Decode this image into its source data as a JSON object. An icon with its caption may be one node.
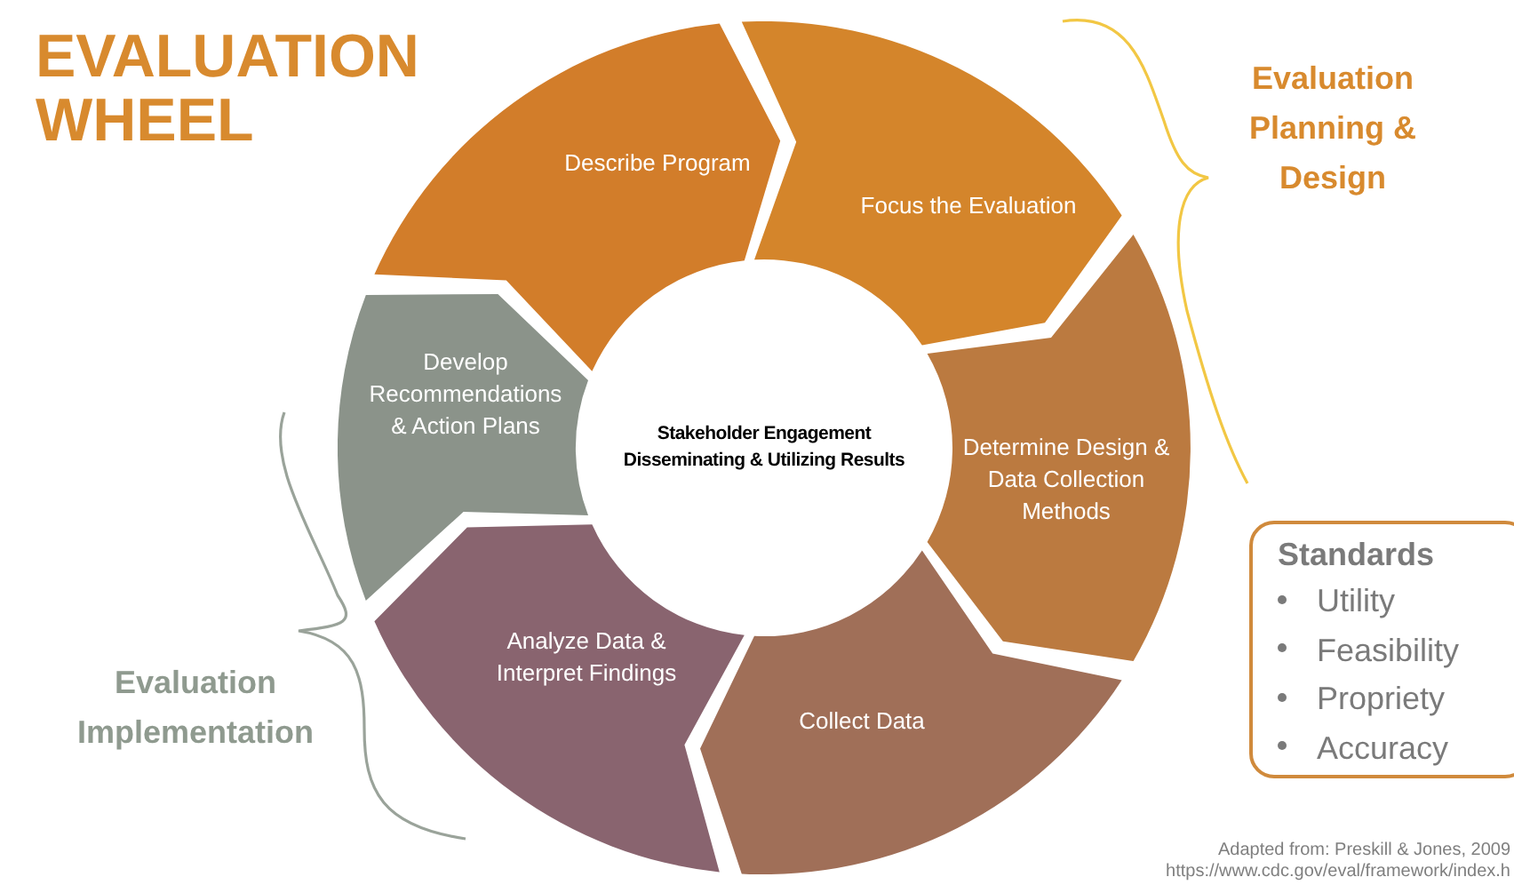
{
  "diagram": {
    "title": "EVALUATION WHEEL",
    "nodes": [
      {
        "text": [
          "Describe Program"
        ]
      },
      {
        "text": [
          "Focus the Evaluation"
        ]
      },
      {
        "text": [
          "Determine Design & Data Collection Methods"
        ]
      },
      {
        "text": [
          "Collect Data"
        ]
      },
      {
        "text": [
          "Analyze Data & Interpret Findings"
        ]
      },
      {
        "text": [
          "Develop Recommendations & Action Plans"
        ]
      },
      {
        "text": [
          "Stakeholder Engagement",
          "Disseminating & Utilizing Results"
        ]
      },
      {
        "text": [
          "Standards",
          "Utility",
          "Feasibility",
          "Propriety",
          "Accuracy"
        ]
      }
    ],
    "labels": [
      "Evaluation Planning & Design",
      "Evaluation Implementation",
      "Adapted from: Preskill & Jones, 2009",
      "https://www.cdc.gov/eval/framework/index.h"
    ]
  }
}
